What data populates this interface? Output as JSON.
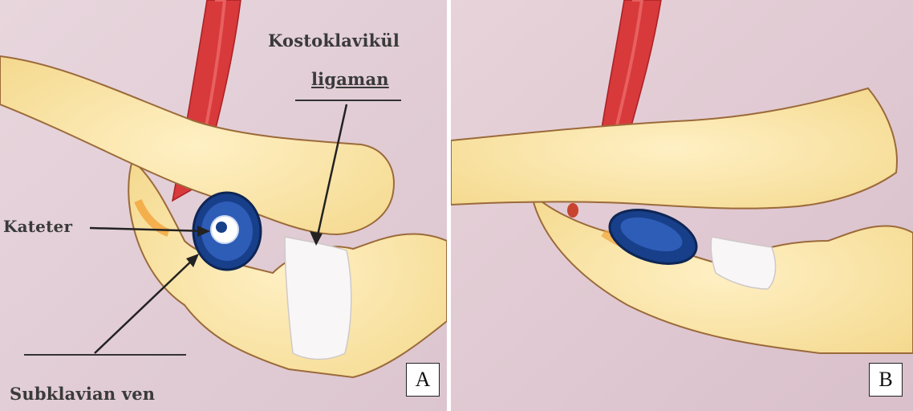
{
  "panels": [
    {
      "letter": "A"
    },
    {
      "letter": "B"
    }
  ],
  "labels": {
    "costoclavicular_ligament_line1": "Kostoklavikül",
    "costoclavicular_ligament_line2": "ligaman",
    "catheter": "Kateter",
    "subclavian_vein": "Subklavian ven"
  }
}
